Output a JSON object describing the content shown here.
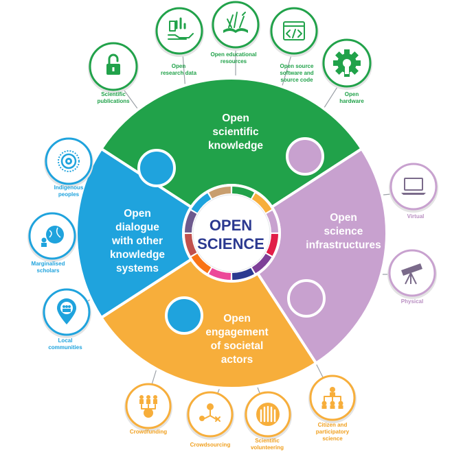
{
  "center": {
    "line1": "OPEN",
    "line2": "SCIENCE"
  },
  "segments": {
    "knowledge": {
      "label": "Open\nscientific\nknowledge",
      "color": "#21a24a"
    },
    "infrastructures": {
      "label": "Open\nscience\ninfrastructures",
      "color": "#c8a1cf"
    },
    "engagement": {
      "label": "Open\nengagement\nof societal\nactors",
      "color": "#f7ae3b"
    },
    "dialogue": {
      "label": "Open\ndialogue\nwith other\nknowledge\nsystems",
      "color": "#1fa3dd"
    }
  },
  "items": {
    "knowledge": [
      {
        "icon": "unlocked-padlock-icon",
        "label": "Scientific\npublications"
      },
      {
        "icon": "data-chart-hand-icon",
        "label": "Open\nresearch data"
      },
      {
        "icon": "open-book-icon",
        "label": "Open educational\nresources"
      },
      {
        "icon": "code-window-icon",
        "label": "Open source\nsoftware and\nsource code"
      },
      {
        "icon": "gear-icon",
        "label": "Open\nhardware"
      }
    ],
    "infrastructures": [
      {
        "icon": "laptop-icon",
        "label": "Virtual"
      },
      {
        "icon": "telescope-icon",
        "label": "Physical"
      }
    ],
    "engagement": [
      {
        "icon": "crowdfunding-icon",
        "label": "Crowdfunding"
      },
      {
        "icon": "crowdsourcing-icon",
        "label": "Crowdsourcing"
      },
      {
        "icon": "raised-hands-icon",
        "label": "Scientific\nvolunteering"
      },
      {
        "icon": "people-network-icon",
        "label": "Citizen and\nparticipatory\nscience"
      }
    ],
    "dialogue": [
      {
        "icon": "indigenous-pattern-icon",
        "label": "Indigenous\npeoples"
      },
      {
        "icon": "people-globe-icon",
        "label": "Marginalised\nscholars"
      },
      {
        "icon": "location-pin-people-icon",
        "label": "Local\ncommunities"
      }
    ]
  },
  "ring_colors": [
    "#21a24a",
    "#f7ae3b",
    "#c8a1cf",
    "#e11d48",
    "#7e3f98",
    "#2b3990",
    "#ec4899",
    "#f97316",
    "#c0504d",
    "#6d5a8e",
    "#1fa3dd",
    "#c89e6e"
  ]
}
